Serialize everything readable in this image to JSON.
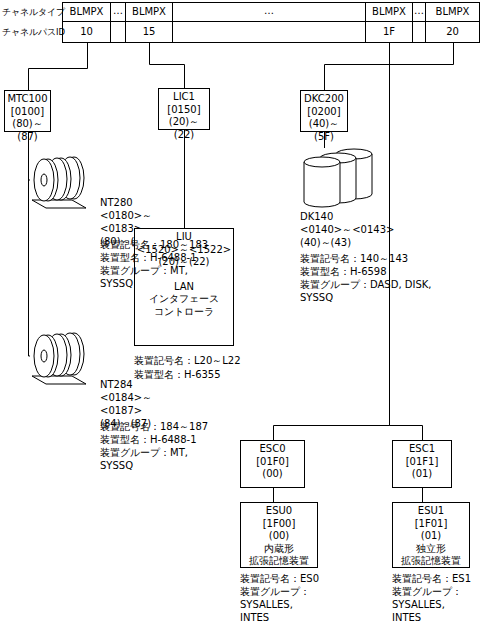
{
  "diagram": {
    "nodes": [
      {
        "text": [
          "BLMPX",
          "10"
        ]
      },
      {
        "text": [
          "BLMPX",
          "15"
        ]
      },
      {
        "text": [
          "BLMPX",
          "1F"
        ]
      },
      {
        "text": [
          "BLMPX",
          "20"
        ]
      },
      {
        "text": [
          "MTC100",
          "[0100]",
          "(80)～(87)"
        ]
      },
      {
        "text": [
          "LIC1",
          "[0150]",
          "(20)～(22)"
        ]
      },
      {
        "text": [
          "DKC200",
          "[0200]",
          "(40)～(5F)"
        ]
      },
      {
        "text": [
          "DK140",
          "<0140>～<0143>",
          "(40)～(43)"
        ]
      },
      {
        "text": [
          "NT280",
          "<0180>～<0183>",
          "(80)～(83)"
        ]
      },
      {
        "text": [
          "LIU",
          "<1520>～<1522>",
          "(20)～(22)",
          "LAN インタフェース コントローラ"
        ]
      },
      {
        "text": [
          "NT284",
          "<0184>～<0187>",
          "(84)～(87)"
        ]
      },
      {
        "text": [
          "ESC0",
          "[01F0]",
          "(00)"
        ]
      },
      {
        "text": [
          "ESC1",
          "[01F1]",
          "(01)"
        ]
      },
      {
        "text": [
          "ESU0",
          "[1F00]",
          "(00)",
          "内蔵形 拡張記憶装置"
        ]
      },
      {
        "text": [
          "ESU1",
          "[1F01]",
          "(01)",
          "独立形 拡張記憶装置"
        ]
      }
    ],
    "edges": [
      {
        "from": 0,
        "to": 4,
        "arrow": "none"
      },
      {
        "from": 1,
        "to": 5,
        "arrow": "none"
      },
      {
        "from": 2,
        "to": 11,
        "arrow": "none"
      },
      {
        "from": 2,
        "to": 12,
        "arrow": "none"
      },
      {
        "from": 3,
        "to": 6,
        "arrow": "none"
      },
      {
        "from": 4,
        "to": 8,
        "arrow": "none"
      },
      {
        "from": 4,
        "to": 10,
        "arrow": "none"
      },
      {
        "from": 5,
        "to": 9,
        "arrow": "none"
      },
      {
        "from": 6,
        "to": 7,
        "arrow": "none"
      },
      {
        "from": 11,
        "to": 13,
        "arrow": "none"
      },
      {
        "from": 12,
        "to": 14,
        "arrow": "none"
      }
    ],
    "labels": [
      "チャネルタイプ",
      "チャネルパスID",
      "…",
      "…",
      "…",
      "装置記号名：180～183",
      "装置型名：H-6488-1",
      "装置グループ：MT, SYSSQ",
      "装置記号名：184～187",
      "装置型名：H-6488-1",
      "装置グループ：MT, SYSSQ",
      "装置記号名：L20～L22",
      "装置型名：H-6355",
      "装置記号名：140～143",
      "装置型名：H-6598",
      "装置グループ：DASD, DISK, SYSSQ",
      "装置記号名：ES0",
      "装置グループ： SYSALLES, INTES",
      "装置記号名：ES1",
      "装置グループ： SYSALLES, INTES"
    ]
  }
}
